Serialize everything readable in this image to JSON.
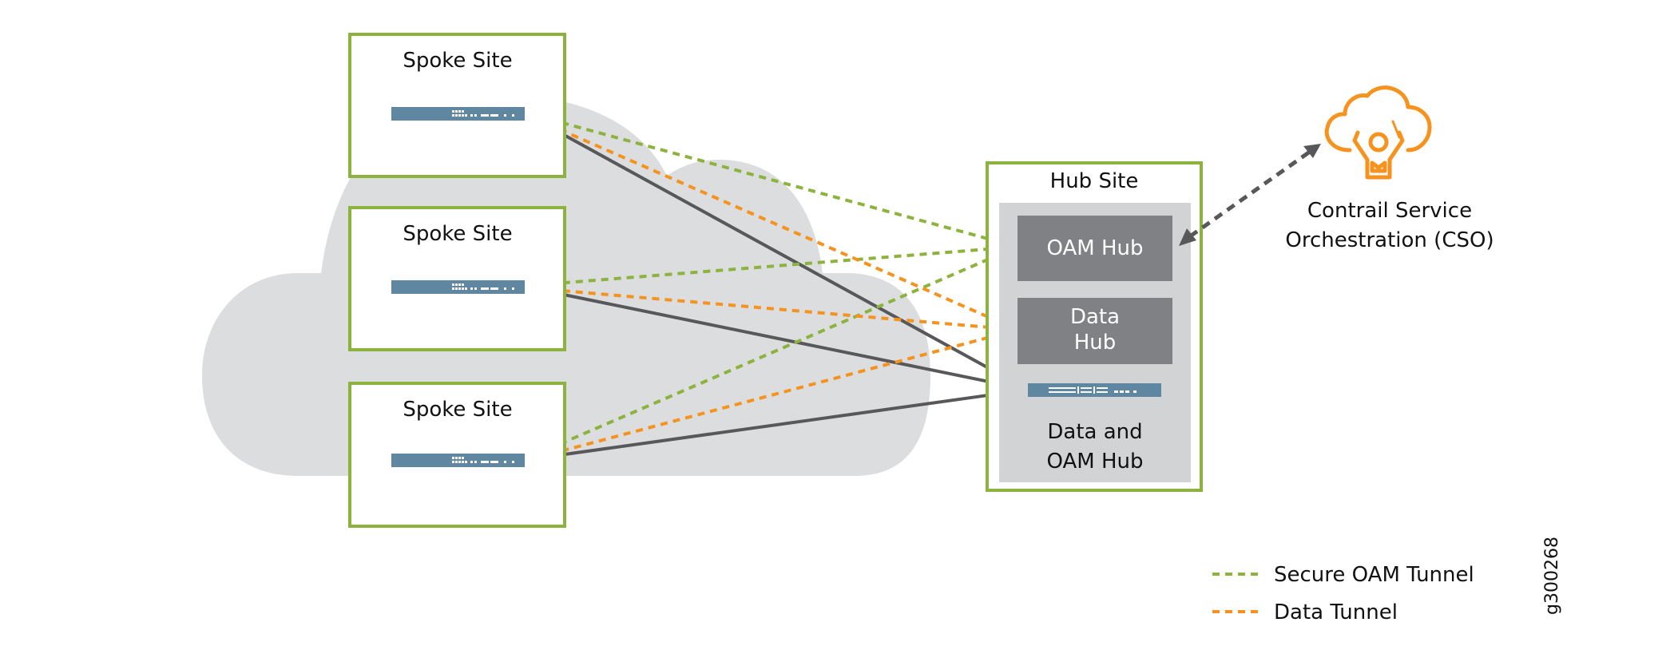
{
  "spoke_sites": [
    {
      "label": "Spoke Site"
    },
    {
      "label": "Spoke Site"
    },
    {
      "label": "Spoke Site"
    }
  ],
  "hub_site": {
    "label": "Hub Site",
    "oam_hub": "OAM Hub",
    "data_hub_line1": "Data",
    "data_hub_line2": "Hub",
    "combined_hub_line1": "Data and",
    "combined_hub_line2": "OAM Hub"
  },
  "cso": {
    "line1": "Contrail Service",
    "line2": "Orchestration (CSO)",
    "icon": "cloud-conductor-icon"
  },
  "legend": {
    "items": [
      {
        "label": "Secure OAM Tunnel",
        "color": "#8cb33d",
        "style": "dashed"
      },
      {
        "label": "Data Tunnel",
        "color": "#f6921e",
        "style": "dashed"
      }
    ]
  },
  "figure_id": "g300268",
  "colors": {
    "site_border": "#8cb33d",
    "cloud": "#dcdddf",
    "hub_panel": "#d2d3d5",
    "hub_box": "#808184",
    "device": "#5f87a1",
    "underlay_link": "#58585a",
    "oam_tunnel": "#8cb33d",
    "data_tunnel": "#f6921e",
    "cso_orange": "#f6921e"
  }
}
